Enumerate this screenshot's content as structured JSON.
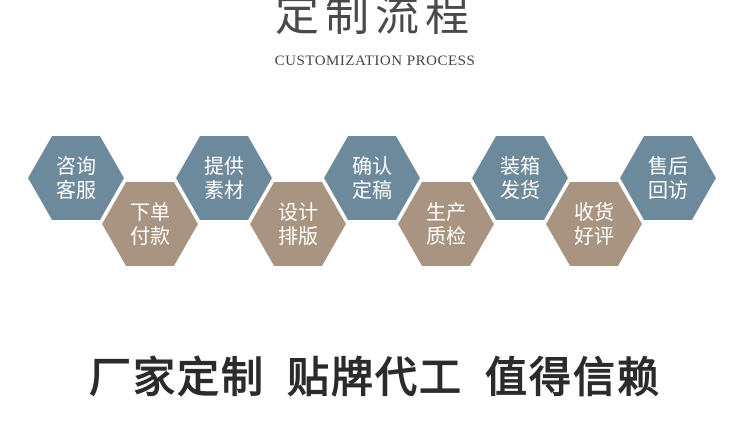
{
  "title": "定制流程",
  "subtitle": "CUSTOMIZATION PROCESS",
  "steps": [
    {
      "line1": "咨询",
      "line2": "客服"
    },
    {
      "line1": "下单",
      "line2": "付款"
    },
    {
      "line1": "提供",
      "line2": "素材"
    },
    {
      "line1": "设计",
      "line2": "排版"
    },
    {
      "line1": "确认",
      "line2": "定稿"
    },
    {
      "line1": "生产",
      "line2": "质检"
    },
    {
      "line1": "装箱",
      "line2": "发货"
    },
    {
      "line1": "收货",
      "line2": "好评"
    },
    {
      "line1": "售后",
      "line2": "回访"
    }
  ],
  "slogan": {
    "part1": "厂家定制",
    "part2": "贴牌代工",
    "part3": "值得信赖"
  },
  "colors": {
    "blue_hex": "#6c8a9b",
    "tan_hex": "#a89480"
  }
}
